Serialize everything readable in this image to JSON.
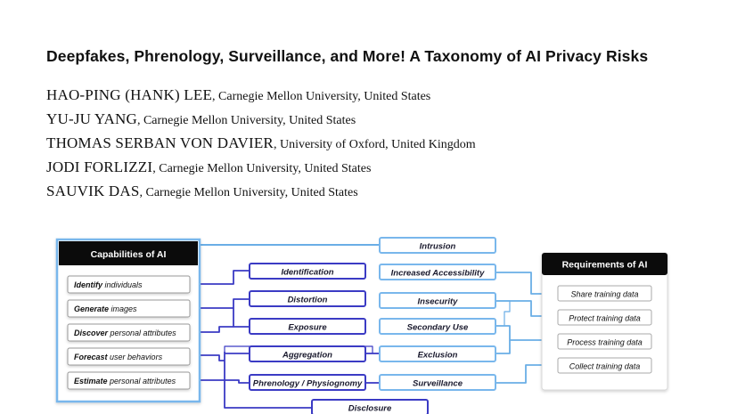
{
  "paper": {
    "title": "Deepfakes, Phrenology, Surveillance, and More! A Taxonomy of AI Privacy Risks",
    "authors": [
      {
        "name": "HAO-PING (HANK) LEE",
        "affiliation": "Carnegie Mellon University, United States"
      },
      {
        "name": "YU-JU YANG",
        "affiliation": "Carnegie Mellon University, United States"
      },
      {
        "name": "THOMAS SERBAN VON DAVIER",
        "affiliation": "University of Oxford, United Kingdom"
      },
      {
        "name": "JODI FORLIZZI",
        "affiliation": "Carnegie Mellon University, United States"
      },
      {
        "name": "SAUVIK DAS",
        "affiliation": "Carnegie Mellon University, United States"
      }
    ]
  },
  "diagram": {
    "capabilities": {
      "header": "Capabilities of AI",
      "items": [
        {
          "bold": "Identify",
          "rest": " individuals"
        },
        {
          "bold": "Generate",
          "rest": " images"
        },
        {
          "bold": "Discover",
          "rest": " personal attributes"
        },
        {
          "bold": "Forecast",
          "rest": " user behaviors"
        },
        {
          "bold": "Estimate",
          "rest": " personal attributes"
        }
      ]
    },
    "requirements": {
      "header": "Requirements of AI",
      "items": [
        "Share training data",
        "Protect training data",
        "Process training data",
        "Collect training data"
      ]
    },
    "risks_created": [
      "Identification",
      "Distortion",
      "Exposure",
      "Aggregation",
      "Phrenology / Physiognomy",
      "Disclosure"
    ],
    "risks_exacerbated": [
      "Intrusion",
      "Increased Accessibility",
      "Insecurity",
      "Secondary Use",
      "Exclusion",
      "Surveillance"
    ],
    "colors": {
      "capability_line": "#3b3bc4",
      "requirement_line": "#6aaee6",
      "header_bg": "#0b0b0b"
    }
  }
}
